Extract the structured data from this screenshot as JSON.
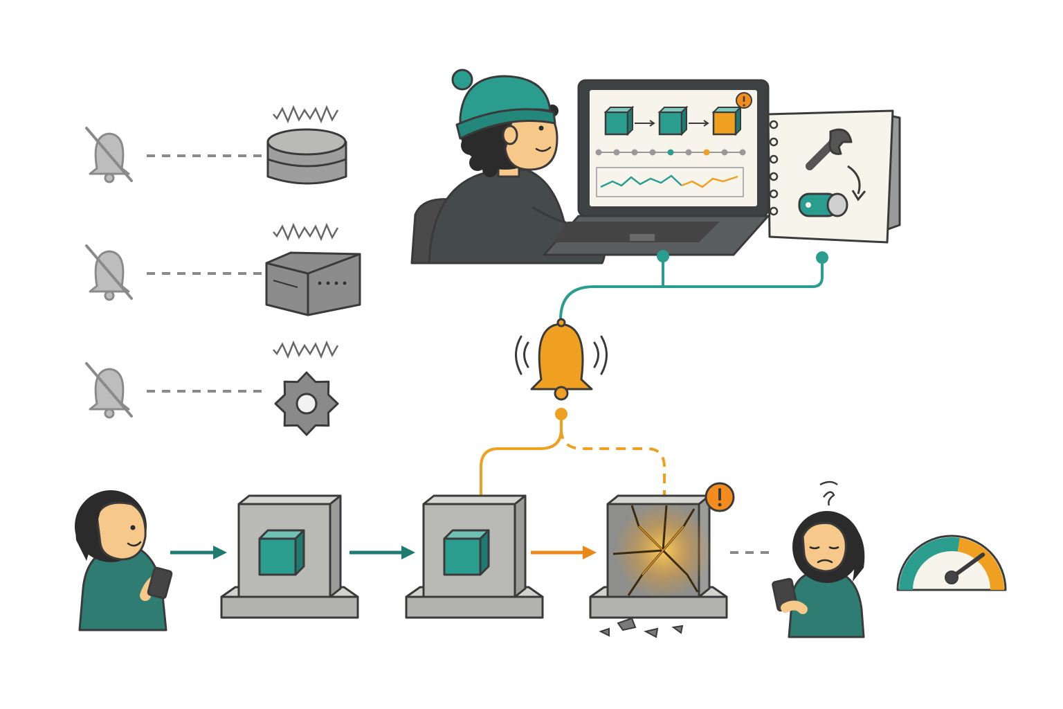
{
  "colors": {
    "teal": "#2a9d8f",
    "teal_dark": "#1f7a72",
    "orange": "#f0a020",
    "orange_dark": "#e8891a",
    "gray_stone": "#b9b9b6",
    "gray_dark": "#6e6e6e",
    "ink": "#3a3a3a",
    "warning_badge": "#f28c1e"
  },
  "icons": {
    "muted_bell": "bell-slash-icon",
    "active_bell": "bell-ringing-icon",
    "database": "database-icon",
    "server": "server-icon",
    "service": "gear-icon",
    "warning": "exclamation-badge-icon",
    "wrench": "wrench-icon",
    "gauge": "speedometer-icon",
    "phone": "smartphone-icon"
  },
  "muted_monitors": [
    {
      "source": "database",
      "alert": "muted"
    },
    {
      "source": "server",
      "alert": "muted"
    },
    {
      "source": "service",
      "alert": "muted"
    }
  ],
  "pipeline": {
    "stages": [
      {
        "state": "healthy"
      },
      {
        "state": "healthy"
      },
      {
        "state": "failing"
      }
    ]
  },
  "dashboard": {
    "flow_states": [
      "healthy",
      "healthy",
      "warning"
    ]
  },
  "gauge": {
    "level": 0.8
  }
}
